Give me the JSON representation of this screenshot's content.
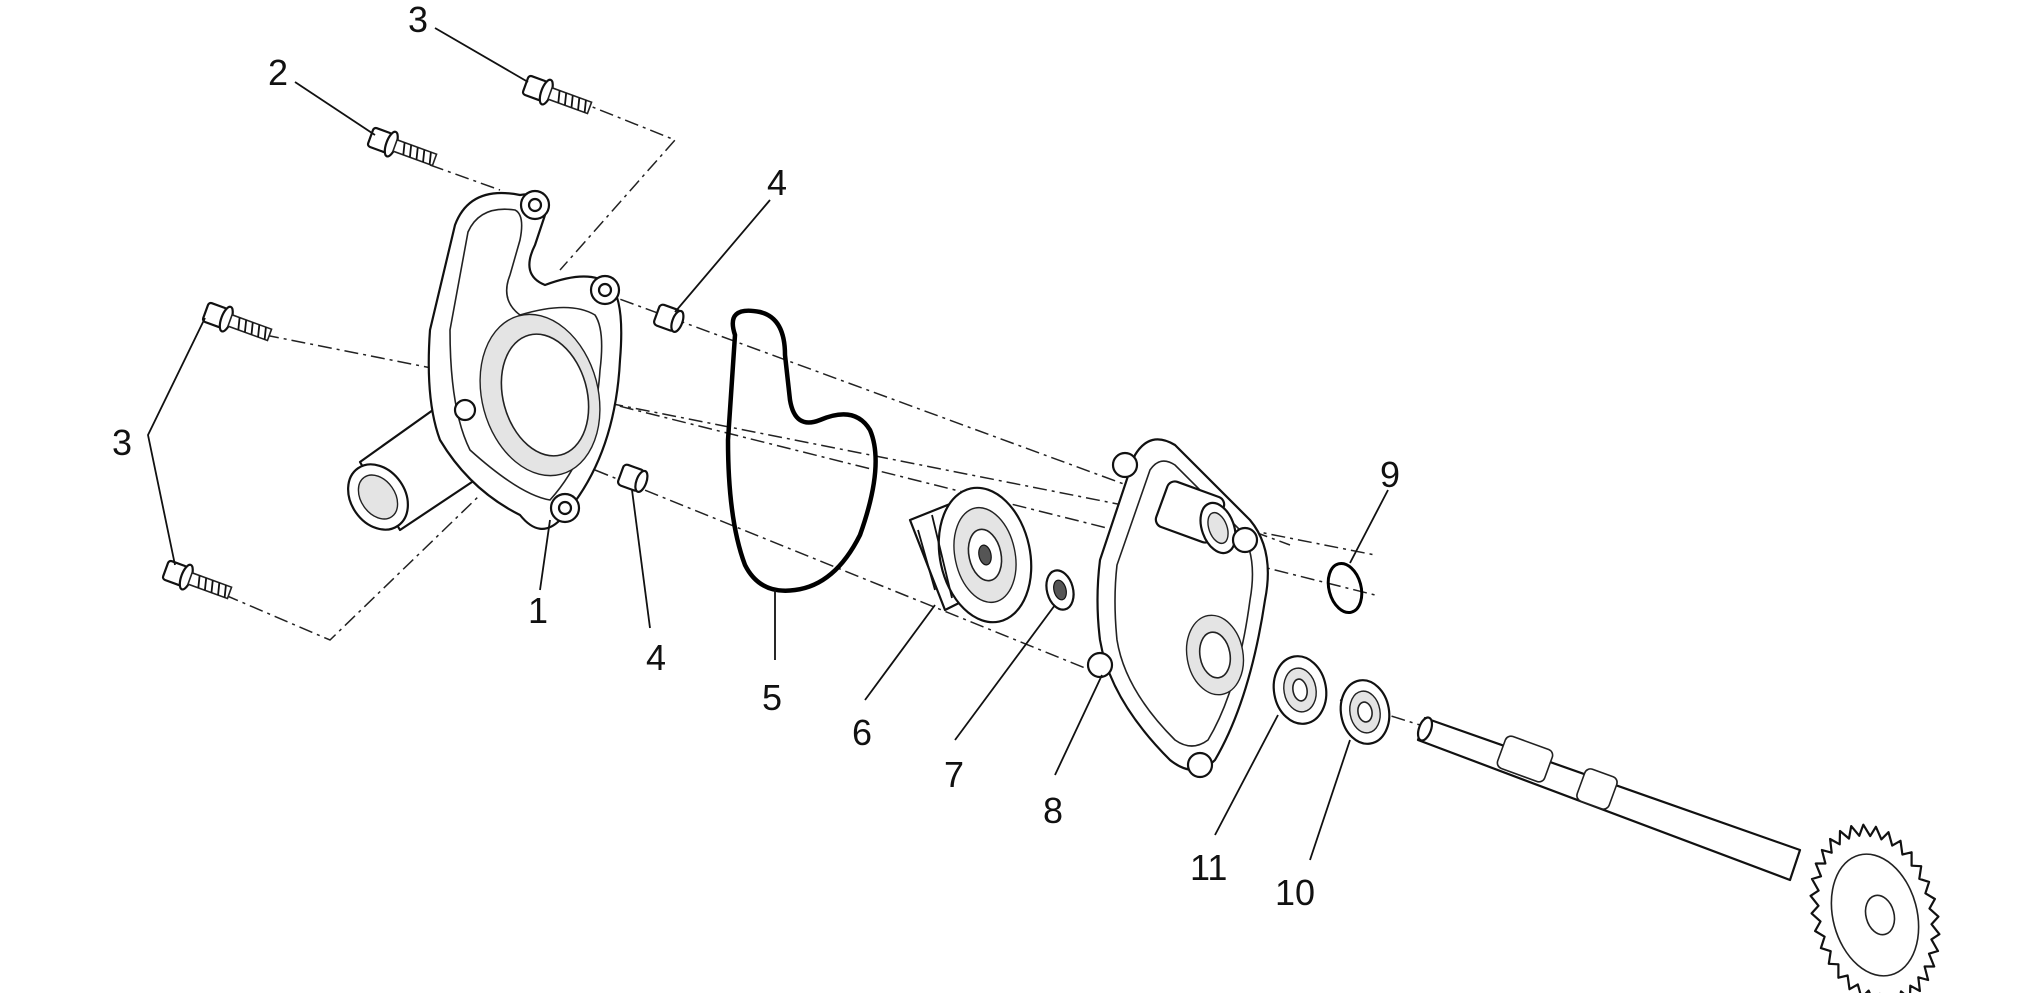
{
  "callouts": [
    {
      "id": "c1",
      "label": "1"
    },
    {
      "id": "c2",
      "label": "2"
    },
    {
      "id": "c3a",
      "label": "3"
    },
    {
      "id": "c3b",
      "label": "3"
    },
    {
      "id": "c4a",
      "label": "4"
    },
    {
      "id": "c4b",
      "label": "4"
    },
    {
      "id": "c5",
      "label": "5"
    },
    {
      "id": "c6",
      "label": "6"
    },
    {
      "id": "c7",
      "label": "7"
    },
    {
      "id": "c8",
      "label": "8"
    },
    {
      "id": "c9",
      "label": "9"
    },
    {
      "id": "c10",
      "label": "10"
    },
    {
      "id": "c11",
      "label": "11"
    }
  ]
}
